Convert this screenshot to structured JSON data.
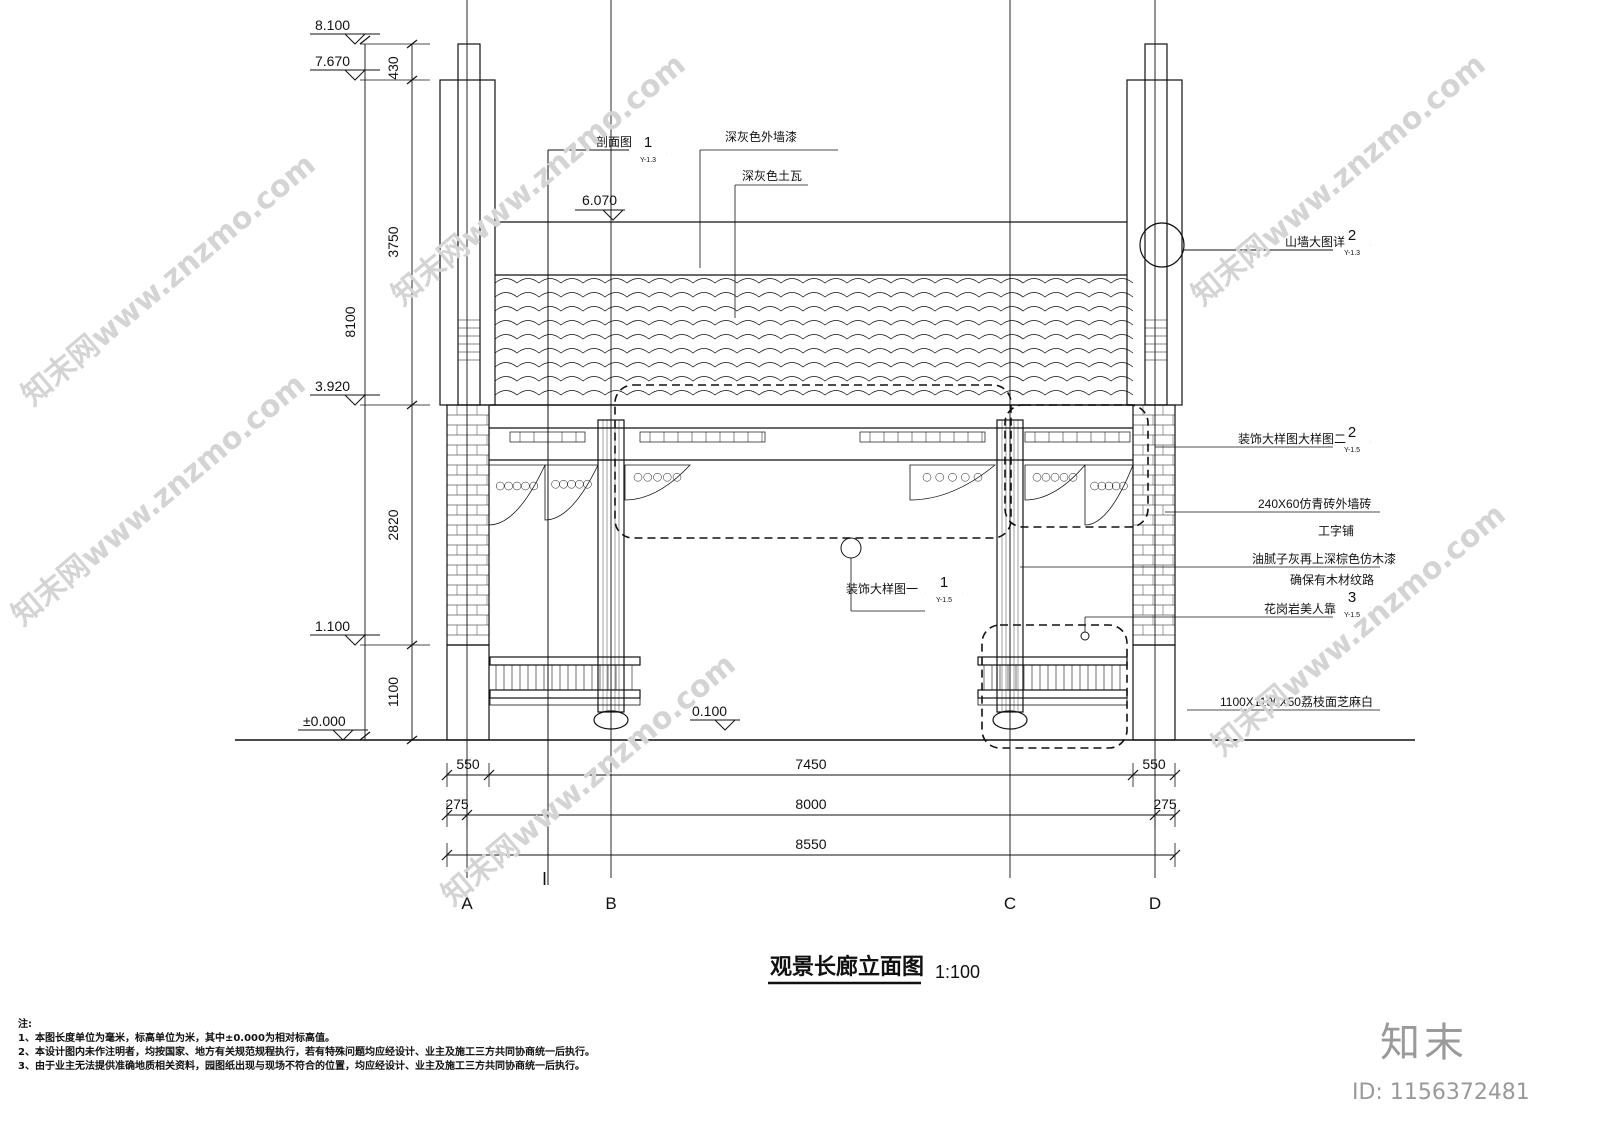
{
  "elevations": [
    "8.100",
    "7.670",
    "6.070",
    "3.920",
    "1.100",
    "±0.000",
    "0.100"
  ],
  "vertical_dims": [
    "430",
    "3750",
    "2820",
    "1100",
    "8100"
  ],
  "horizontal_dims": {
    "row1": [
      "550",
      "7450",
      "550"
    ],
    "row2": [
      "275",
      "8000",
      "275"
    ],
    "row3": [
      "8550"
    ]
  },
  "axis_labels": [
    "A",
    "B",
    "C",
    "D"
  ],
  "annotations": {
    "section": "剖面图",
    "wall_paint": "深灰色外墙漆",
    "roof_tile": "深灰色土瓦",
    "gable": "山墙大图详",
    "deco2": "装饰大样图大样图二",
    "brick": "240X60仿青砖外墙砖",
    "brick_pattern": "工字铺",
    "wood_paint": "油腻子灰再上深棕色仿木漆",
    "wood_grain": "确保有木材纹路",
    "deco1": "装饰大样图一",
    "bench": "花岗岩美人靠",
    "plinth": "1100X1100X50荔枝面芝麻白"
  },
  "callouts": [
    {
      "num": "1",
      "ref": "Y-1.3"
    },
    {
      "num": "2",
      "ref": "Y-1.3"
    },
    {
      "num": "2",
      "ref": "Y-1.5"
    },
    {
      "num": "1",
      "ref": "Y-1.5"
    },
    {
      "num": "3",
      "ref": "Y-1.5"
    }
  ],
  "section_mark": "I",
  "title": "观景长廊立面图",
  "scale": "1:100",
  "notes": {
    "heading": "注:",
    "items": [
      "1、本图长度单位为毫米，标高单位为米，其中±0.000为相对标高值。",
      "2、本设计图内未作注明者，均按国家、地方有关规范规程执行，若有特殊问题均应经设计、业主及施工三方共同协商统一后执行。",
      "3、由于业主无法提供准确地质相关资料，园图纸出现与现场不符合的位置，均应经设计、业主及施工三方共同协商统一后执行。"
    ]
  },
  "brand": "知末",
  "id_text": "ID: 1156372481",
  "watermark": "知末网www.znzmo.com"
}
